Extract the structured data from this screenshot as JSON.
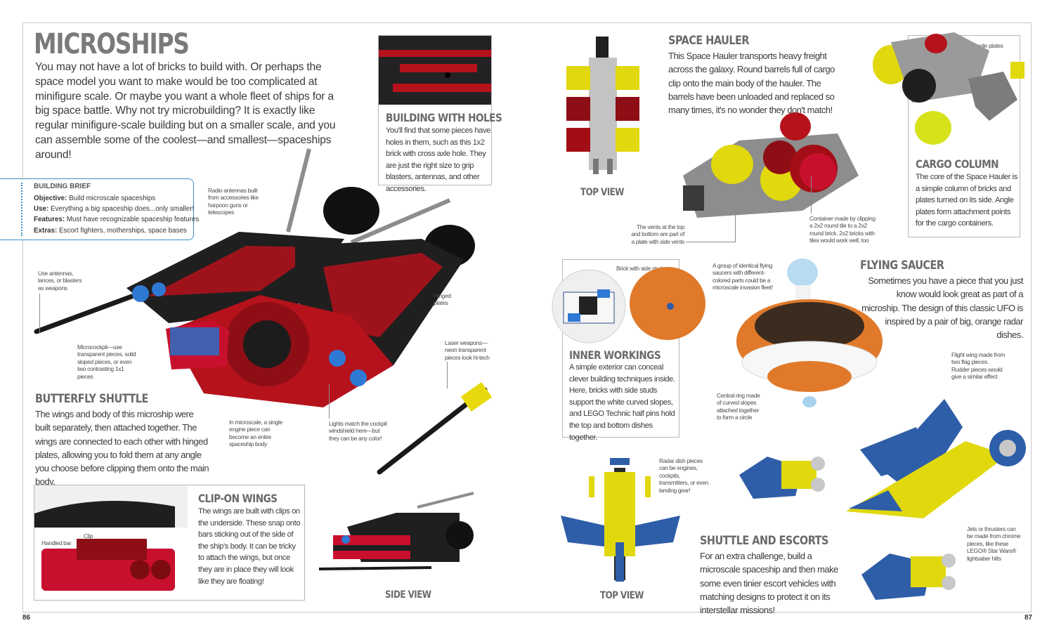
{
  "title": "MICROSHIPS",
  "intro": "You may not have a lot of bricks to build with. Or perhaps the space model you want to make would be too complicated at minifigure scale. Or maybe you want a whole fleet of ships for a big space battle. Why not try microbuilding? It is exactly like regular minifigure-scale building but on a smaller scale, and you can assemble some of the coolest—and smallest—spaceships around!",
  "brief": {
    "heading": "BUILDING BRIEF",
    "rows": [
      {
        "key": "Objective:",
        "val": "Build microscale spaceships"
      },
      {
        "key": "Use:",
        "val": "Everything a big spaceship does...only smaller!"
      },
      {
        "key": "Features:",
        "val": "Must have recognizable spaceship features"
      },
      {
        "key": "Extras:",
        "val": "Escort fighters, motherships, space bases"
      }
    ]
  },
  "holes": {
    "heading": "BUILDING WITH HOLES",
    "text": "You'll find that some pieces have holes in them, such as this 1x2 brick with cross axle hole. They are just the right size to grip blasters, antennas, and other accessories."
  },
  "butterfly": {
    "heading": "BUTTERFLY SHUTTLE",
    "text": "The wings and body of this microship were built separately, then attached together. The wings are connected to each other with hinged plates, allowing you to fold them at any angle you choose before clipping them onto the main body."
  },
  "clipon": {
    "heading": "CLIP-ON WINGS",
    "text": "The wings are built with clips on the underside. These snap onto bars sticking out of the side of the ship's body. It can be tricky to attach the wings, but once they are in place they will look like they are floating!",
    "label_clip": "Clip",
    "label_bar": "Handled bar"
  },
  "side_view": "SIDE VIEW",
  "callouts_left": {
    "radio": "Radio antennas built from accessories like harpoon guns or telescopes",
    "antennas": "Use antennas, lances, or blasters as weapons",
    "hinged": "Hinged plates",
    "cockpit": "Microcockpit—use transparent pieces, solid sloped pieces, or even two contrasting 1x1 pieces",
    "laser": "Laser weapons—neon transparent pieces look hi-tech",
    "engine": "In microscale, a single engine piece can become an entire spaceship body",
    "lights": "Lights match the cockpit windshield here—but they can be any color!"
  },
  "hauler": {
    "heading": "SPACE HAULER",
    "text": "This Space Hauler transports heavy freight across the galaxy. Round barrels full of cargo clip onto the main body of the hauler. The barrels have been unloaded and replaced so many times, it's no wonder they don't match!",
    "top_view": "TOP VIEW",
    "vents": "The vents at the top and bottom are part of a plate with side vents",
    "container": "Container made by clipping a 2x2 round tile to a 2x2 round brick. 2x2 bricks with tiles would work well, too"
  },
  "cargo": {
    "heading": "CARGO COLUMN",
    "text": "The core of the Space Hauler is a simple column of bricks and plates turned on its side. Angle plates form attachment points for the cargo containers.",
    "angle": "Angle plates"
  },
  "inner": {
    "heading": "INNER WORKINGS",
    "text": "A simple exterior can conceal clever building techniques inside. Here, bricks with side studs support the white curved slopes, and LEGO Technic half pins hold the top and bottom dishes together.",
    "studs": "Brick with side studs"
  },
  "saucer": {
    "heading": "FLYING SAUCER",
    "text": "Sometimes you have a piece that you just know would look great as part of a microship. The design of this classic UFO is inspired by a pair of big, orange radar dishes.",
    "group": "A group of identical flying saucers with different-colored parts could be a microscale invasion fleet!",
    "ring": "Central ring made of curved slopes attached together to form a circle"
  },
  "shuttle": {
    "heading": "SHUTTLE AND ESCORTS",
    "text": "For an extra challenge, build a microscale spaceship and then make some even tinier escort vehicles with matching designs to protect it on its interstellar missions!",
    "top_view": "TOP VIEW",
    "radar": "Radar dish pieces can be engines, cockpits, transmitters, or even landing gear!",
    "flight": "Flight wing made from two flag pieces. Rudder pieces would give a similar effect",
    "jets": "Jets or thrusters can be made from chrome pieces, like these LEGO® Star Wars® lightsaber hilts"
  },
  "page_left": "86",
  "page_right": "87",
  "colors": {
    "brief_accent": "#3b8fc4",
    "heading_grey": "#6a6a6a",
    "ship_red": "#c8102e",
    "saucer_orange": "#e07a2a"
  }
}
